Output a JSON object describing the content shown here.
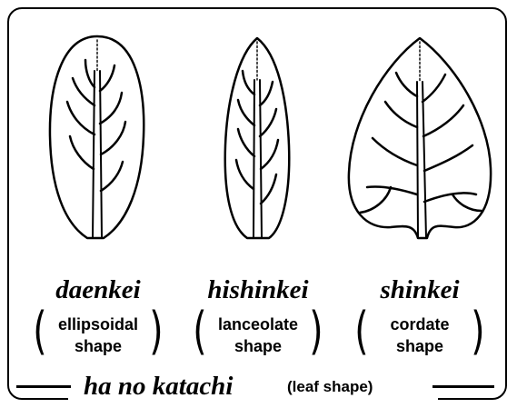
{
  "leaves": [
    {
      "name": "daenkei",
      "line1": "ellipsoidal",
      "line2": "shape"
    },
    {
      "name": "hishinkei",
      "line1": "lanceolate",
      "line2": "shape"
    },
    {
      "name": "shinkei",
      "line1": "cordate",
      "line2": "shape"
    }
  ],
  "caption": {
    "main": "ha no katachi",
    "sub": "(leaf shape)"
  }
}
